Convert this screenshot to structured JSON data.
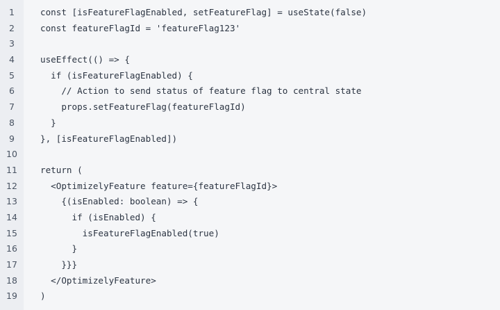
{
  "code_block": {
    "language": "jsx",
    "colors": {
      "background": "#f5f6f8",
      "gutter_background": "#eceef2",
      "text": "#2b3442",
      "line_number": "#4a5463"
    },
    "lines": [
      {
        "number": "1",
        "text": "const [isFeatureFlagEnabled, setFeatureFlag] = useState(false)"
      },
      {
        "number": "2",
        "text": "const featureFlagId = 'featureFlag123'"
      },
      {
        "number": "3",
        "text": ""
      },
      {
        "number": "4",
        "text": "useEffect(() => {"
      },
      {
        "number": "5",
        "text": "  if (isFeatureFlagEnabled) {"
      },
      {
        "number": "6",
        "text": "    // Action to send status of feature flag to central state"
      },
      {
        "number": "7",
        "text": "    props.setFeatureFlag(featureFlagId)"
      },
      {
        "number": "8",
        "text": "  }"
      },
      {
        "number": "9",
        "text": "}, [isFeatureFlagEnabled])"
      },
      {
        "number": "10",
        "text": ""
      },
      {
        "number": "11",
        "text": "return ("
      },
      {
        "number": "12",
        "text": "  <OptimizelyFeature feature={featureFlagId}>"
      },
      {
        "number": "13",
        "text": "    {(isEnabled: boolean) => {"
      },
      {
        "number": "14",
        "text": "      if (isEnabled) {"
      },
      {
        "number": "15",
        "text": "        isFeatureFlagEnabled(true)"
      },
      {
        "number": "16",
        "text": "      }"
      },
      {
        "number": "17",
        "text": "    }}}"
      },
      {
        "number": "18",
        "text": "  </OptimizelyFeature>"
      },
      {
        "number": "19",
        "text": ")"
      }
    ]
  }
}
